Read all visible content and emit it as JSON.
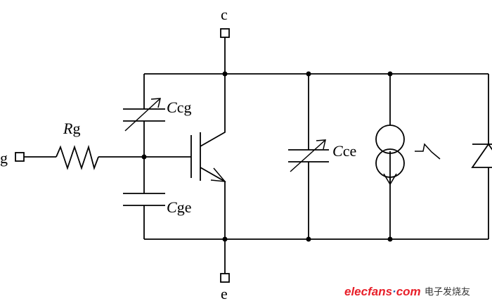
{
  "labels": {
    "collector": "c",
    "emitter": "e",
    "gate": "g",
    "rg": {
      "main": "R",
      "sub": "g"
    },
    "ccg": {
      "main": "C",
      "sub": "cg"
    },
    "cge": {
      "main": "C",
      "sub": "ge"
    },
    "cce": {
      "main": "C",
      "sub": "ce"
    }
  },
  "watermark": {
    "site": "elecfans",
    "dot": "·",
    "tld": "com",
    "chinese": "电子发烧友",
    "colors": {
      "site": "#e8202a",
      "dot": "#2a62b0",
      "tld": "#e8202a",
      "chinese": "#333333"
    }
  }
}
